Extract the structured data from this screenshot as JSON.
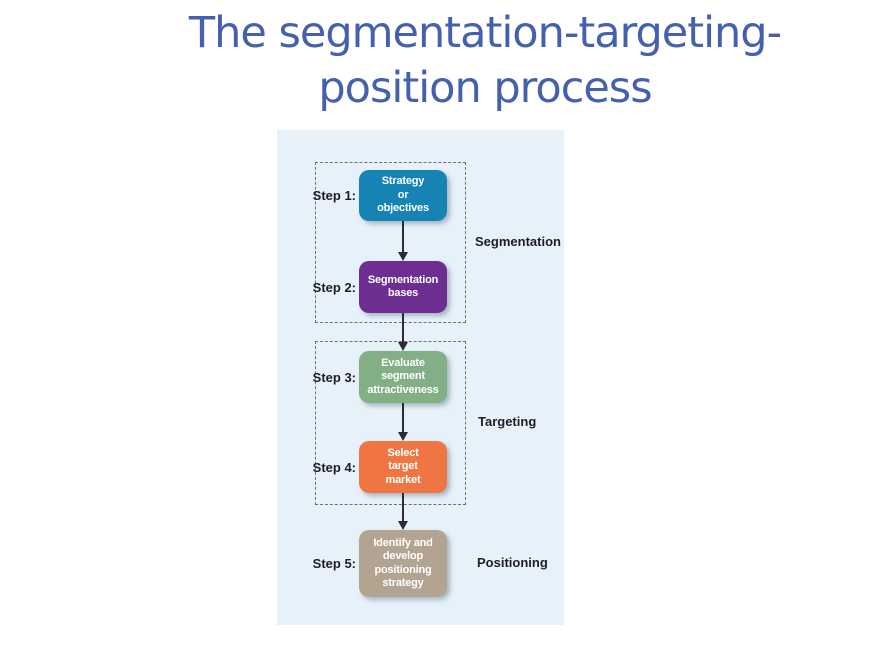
{
  "slide": {
    "title": "The segmentation-targeting-\nposition process"
  },
  "palette": {
    "title_color": "#4560AD",
    "panel_bg": "#E7F1FA",
    "label_color": "#1E1E2B",
    "arrow_color": "#2B2B38",
    "dashed_border_color": "#707070"
  },
  "diagram": {
    "steps": [
      {
        "label": "Step 1:",
        "text": "Strategy\nor\nobjectives",
        "color": "#1584B5"
      },
      {
        "label": "Step 2:",
        "text": "Segmentation\nbases",
        "color": "#6C2E91"
      },
      {
        "label": "Step 3:",
        "text": "Evaluate\nsegment\nattractiveness",
        "color": "#82AF86"
      },
      {
        "label": "Step 4:",
        "text": "Select\ntarget\nmarket",
        "color": "#EF7543"
      },
      {
        "label": "Step 5:",
        "text": "Identify and\ndevelop\npositioning\nstrategy",
        "color": "#B3A491"
      }
    ],
    "group_labels": {
      "segmentation": "Segmentation",
      "targeting": "Targeting",
      "positioning": "Positioning"
    }
  }
}
